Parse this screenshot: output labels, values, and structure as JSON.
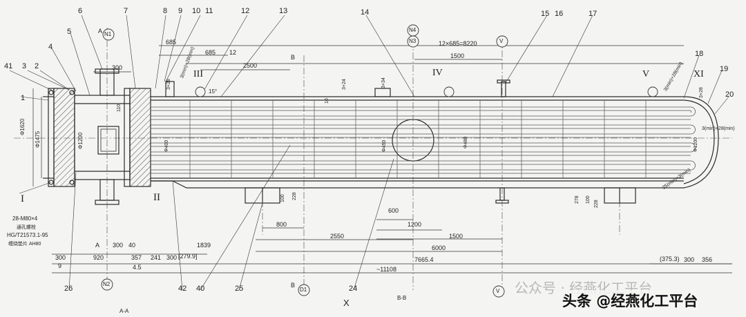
{
  "drawing": {
    "part_numbers": [
      "1",
      "2",
      "3",
      "4",
      "5",
      "6",
      "7",
      "8",
      "9",
      "10",
      "11",
      "12",
      "13",
      "14",
      "15",
      "16",
      "17",
      "18",
      "19",
      "20",
      "24",
      "25",
      "26",
      "40",
      "41",
      "42"
    ],
    "nozzles": {
      "n1": "N1",
      "n2": "N2",
      "n3": "N3",
      "n4": "N4",
      "v_top": "V",
      "v_bottom": "V",
      "d1": "D1"
    },
    "section_marks": {
      "a1": "A",
      "a2": "A",
      "b1": "B",
      "b2": "B",
      "x": "X",
      "a_a": "A-A",
      "b_b": "B-B"
    },
    "detail_marks": {
      "d1": "I",
      "d2": "II",
      "d3": "III",
      "d4": "IV",
      "d5": "V",
      "d6": "XI"
    },
    "dims_top": {
      "d685a": "685",
      "d685b": "685",
      "d300": "300",
      "d12": "12",
      "d2500": "2500",
      "d1500": "1500",
      "pitch": "12×685=8220"
    },
    "dims_bottom": {
      "d800": "800",
      "d2550": "2550",
      "d1500": "1500",
      "d6000": "6000",
      "d600": "600",
      "d1200": "1200",
      "d300a": "300",
      "d920": "920",
      "d300b": "300",
      "d40": "40",
      "d357": "357",
      "d241": "241",
      "d300c": "300",
      "d279": "[279.9]",
      "d1839": "1839",
      "d9": "9",
      "d4_5": "4.5",
      "d7665": "7665.4",
      "d11108": "~11108",
      "d375": "(375.3)",
      "d300d": "300",
      "d356": "356",
      "d228a": "228",
      "d100a": "100",
      "d278": "278",
      "d100b": "100",
      "d228b": "228"
    },
    "dims_vertical": {
      "dia1620": "Φ1620",
      "dia1475": "Φ1475",
      "dia1200": "Φ1200",
      "d110": "110",
      "dia400": "Φ400",
      "dia450": "Φ450",
      "dia480": "Φ480",
      "d10": "10",
      "dia1200b": "Φ1200"
    },
    "weld_notes": {
      "w1": "3+28",
      "w2": "3+34",
      "w3": "3+24",
      "w4": "3+28",
      "w5": "3(min)+28(min)",
      "w6": "3(min)+28(min)",
      "w7": "3(min)+28(min)",
      "w8": "25(min)+3(min)"
    },
    "angle_15": "15°",
    "bolt_note": [
      "28-M80×4",
      "通孔螺栓",
      "HG/T21573.1-95",
      "缠绕垫片 AH80"
    ],
    "watermark": {
      "gzh": "公众号 · 经燕化工平台",
      "toutiao": "头条 @经燕化工平台"
    },
    "colors": {
      "line": "#2a2a2a",
      "paper": "#f4f4f2"
    }
  }
}
